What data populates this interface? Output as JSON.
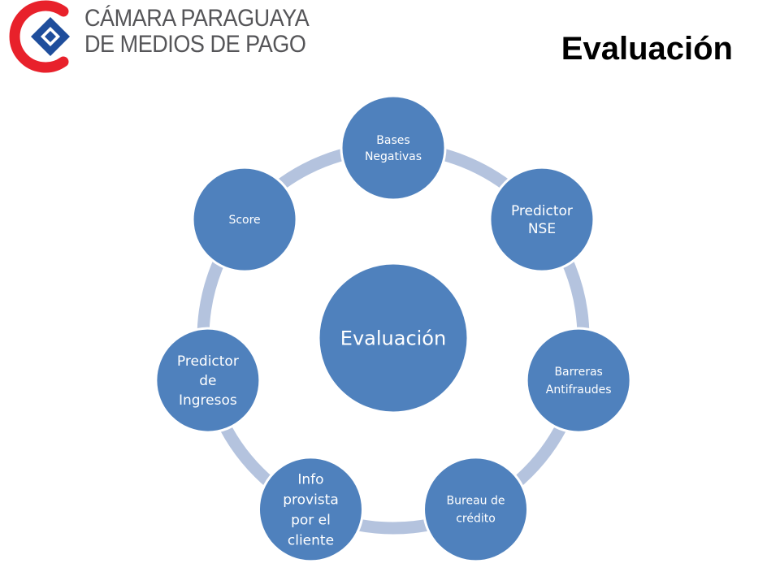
{
  "logo": {
    "line1": "CÁMARA PARAGUAYA",
    "line2": "DE MEDIOS DE PAGO",
    "colors": {
      "red": "#e8212b",
      "blue": "#1f4e9c",
      "text": "#555558"
    }
  },
  "title": "Evaluación",
  "diagram": {
    "center": {
      "label": [
        "Evaluación"
      ]
    },
    "nodes": [
      {
        "id": "bases-negativas",
        "label": [
          "Bases",
          "Negativas"
        ]
      },
      {
        "id": "predictor-nse",
        "label": [
          "Predictor",
          "NSE"
        ]
      },
      {
        "id": "barreras-antifraudes",
        "label": [
          "Barreras",
          "Antifraudes"
        ]
      },
      {
        "id": "bureau-de-credito",
        "label": [
          "Bureau de",
          "crédito"
        ]
      },
      {
        "id": "info-provista",
        "label": [
          "Info",
          "provista",
          "por el",
          "cliente"
        ]
      },
      {
        "id": "predictor-ingresos",
        "label": [
          "Predictor",
          "de",
          "Ingresos"
        ]
      },
      {
        "id": "score",
        "label": [
          "Score"
        ]
      }
    ],
    "colors": {
      "node": "#4f81bd",
      "node_border": "#ffffff",
      "ring": "#b4c3de",
      "text": "#ffffff"
    }
  }
}
